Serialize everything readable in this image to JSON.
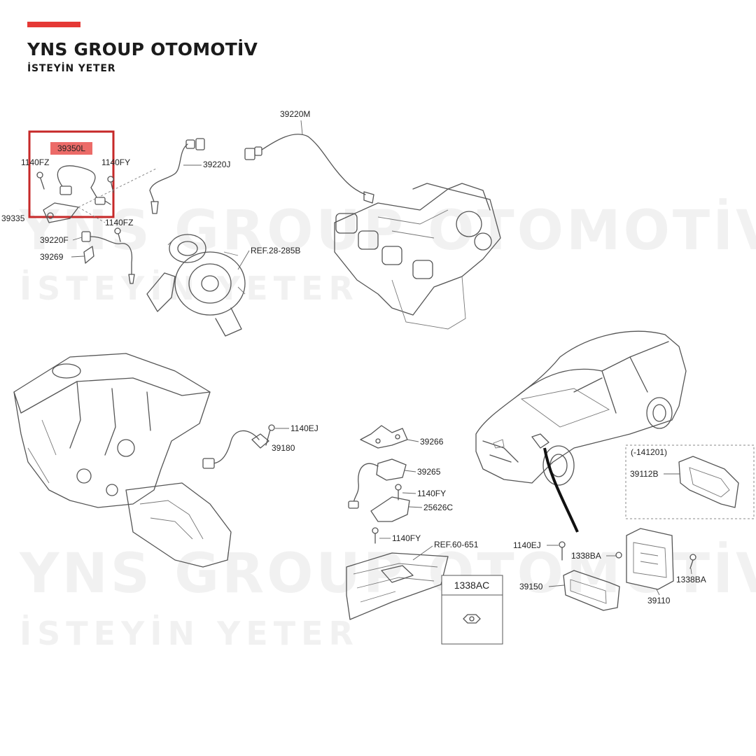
{
  "brand": {
    "name": "YNS GROUP OTOMOTİV",
    "tagline": "İSTEYİN YETER",
    "accent_color": "#e53935"
  },
  "watermark": {
    "line1": "YNS GROUP OTOMOTİV",
    "line2": "İSTEYİN YETER"
  },
  "highlight": {
    "part": "39350L",
    "color": "#c62828"
  },
  "labels": {
    "p39350L": "39350L",
    "p1140FZ_a": "1140FZ",
    "p1140FY_a": "1140FY",
    "p39335": "39335",
    "p1140FZ_b": "1140FZ",
    "p39220F": "39220F",
    "p39269": "39269",
    "p39220J": "39220J",
    "p39220M": "39220M",
    "ref28": "REF.28-285B",
    "p1140EJ_a": "1140EJ",
    "p39180": "39180",
    "p39266": "39266",
    "p39265": "39265",
    "p1140FY_b": "1140FY",
    "p25626C": "25626C",
    "p1140FY_c": "1140FY",
    "ref60": "REF.60-651",
    "p1338AC": "1338AC",
    "p141201": "(-141201)",
    "p39112B": "39112B",
    "p1140EJ_b": "1140EJ",
    "p1338BA_a": "1338BA",
    "p1338BA_b": "1338BA",
    "p39150": "39150",
    "p39110": "39110"
  }
}
